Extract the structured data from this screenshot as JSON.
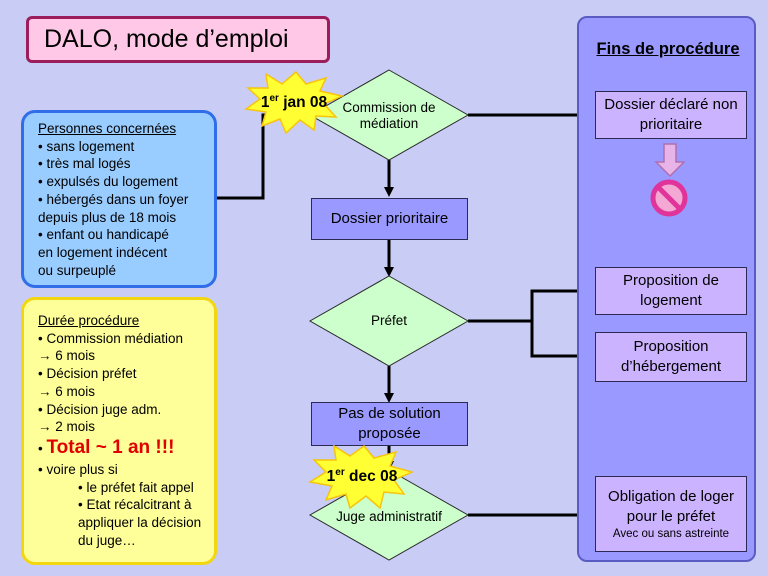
{
  "title": "DALO, mode d’emploi",
  "persons": {
    "heading": "Personnes concernées",
    "lines": [
      "• sans logement",
      "• très mal logés",
      "• expulsés du logement",
      "• hébergés dans un foyer",
      "depuis plus de 18 mois",
      "• enfant ou handicapé",
      "en logement indécent",
      "ou surpeuplé"
    ]
  },
  "duration": {
    "heading": "Durée procédure",
    "lines": [
      "• Commission médiation",
      "→ 6 mois",
      "• Décision préfet",
      "→ 6 mois",
      "• Décision juge adm.",
      "→ 2 mois"
    ],
    "total_bullet": "• ",
    "total": "Total ~ 1 an !!!",
    "more": "• voire plus si",
    "conditions": [
      "• le préfet fait appel",
      "• Etat récalcitrant à",
      "appliquer la décision",
      "du juge…"
    ]
  },
  "flow": {
    "commission": "Commission de médiation",
    "prioritaire": "Dossier prioritaire",
    "prefet": "Préfet",
    "pas_solution": "Pas de solution proposée",
    "juge": "Juge administratif"
  },
  "bursts": {
    "jan": {
      "sup": "er",
      "pre": "1",
      "post": " jan 08"
    },
    "dec": {
      "sup": "er",
      "pre": "1",
      "post": " dec 08"
    }
  },
  "ends": {
    "title": "Fins de procédure",
    "non_prioritaire": "Dossier déclaré non prioritaire",
    "proposition_logement": "Proposition de logement",
    "proposition_hebergement": "Proposition d’hébergement",
    "obligation": "Obligation de loger pour le préfet",
    "obligation_note": "Avec ou sans astreinte"
  },
  "colors": {
    "background": "#c9cdf5",
    "diamond": "#ccffcc",
    "process_box": "#9999ff",
    "end_box": "#ccb3ff",
    "burst": "#ffff33",
    "total": "#e00000",
    "forbidden": "#e0349a"
  },
  "icons": {
    "down_arrow": "down-arrow-icon",
    "forbidden": "forbidden-icon",
    "burst": "starburst-icon"
  }
}
